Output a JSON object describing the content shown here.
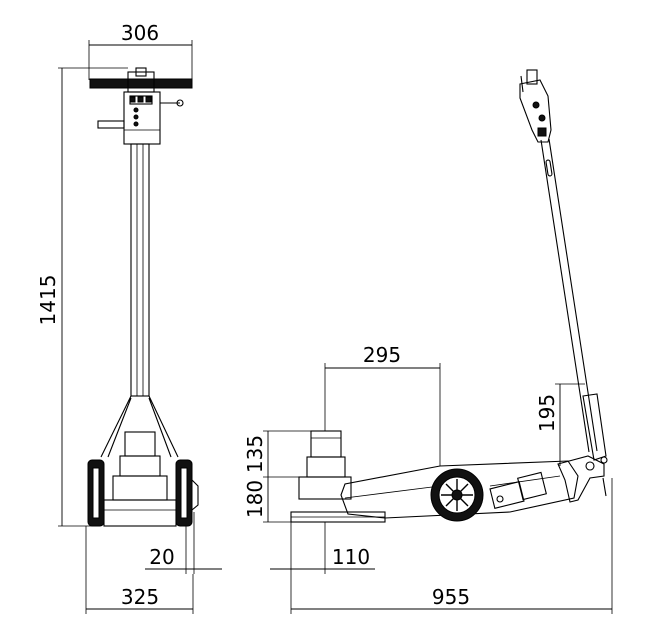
{
  "dimensions": {
    "handle_width": "306",
    "total_height": "1415",
    "saddle_travel": "295",
    "saddle_stroke": "135",
    "min_height": "180",
    "wheel_offset": "20",
    "base_offset": "110",
    "base_width": "325",
    "total_length": "955",
    "pivot_height": "195"
  }
}
